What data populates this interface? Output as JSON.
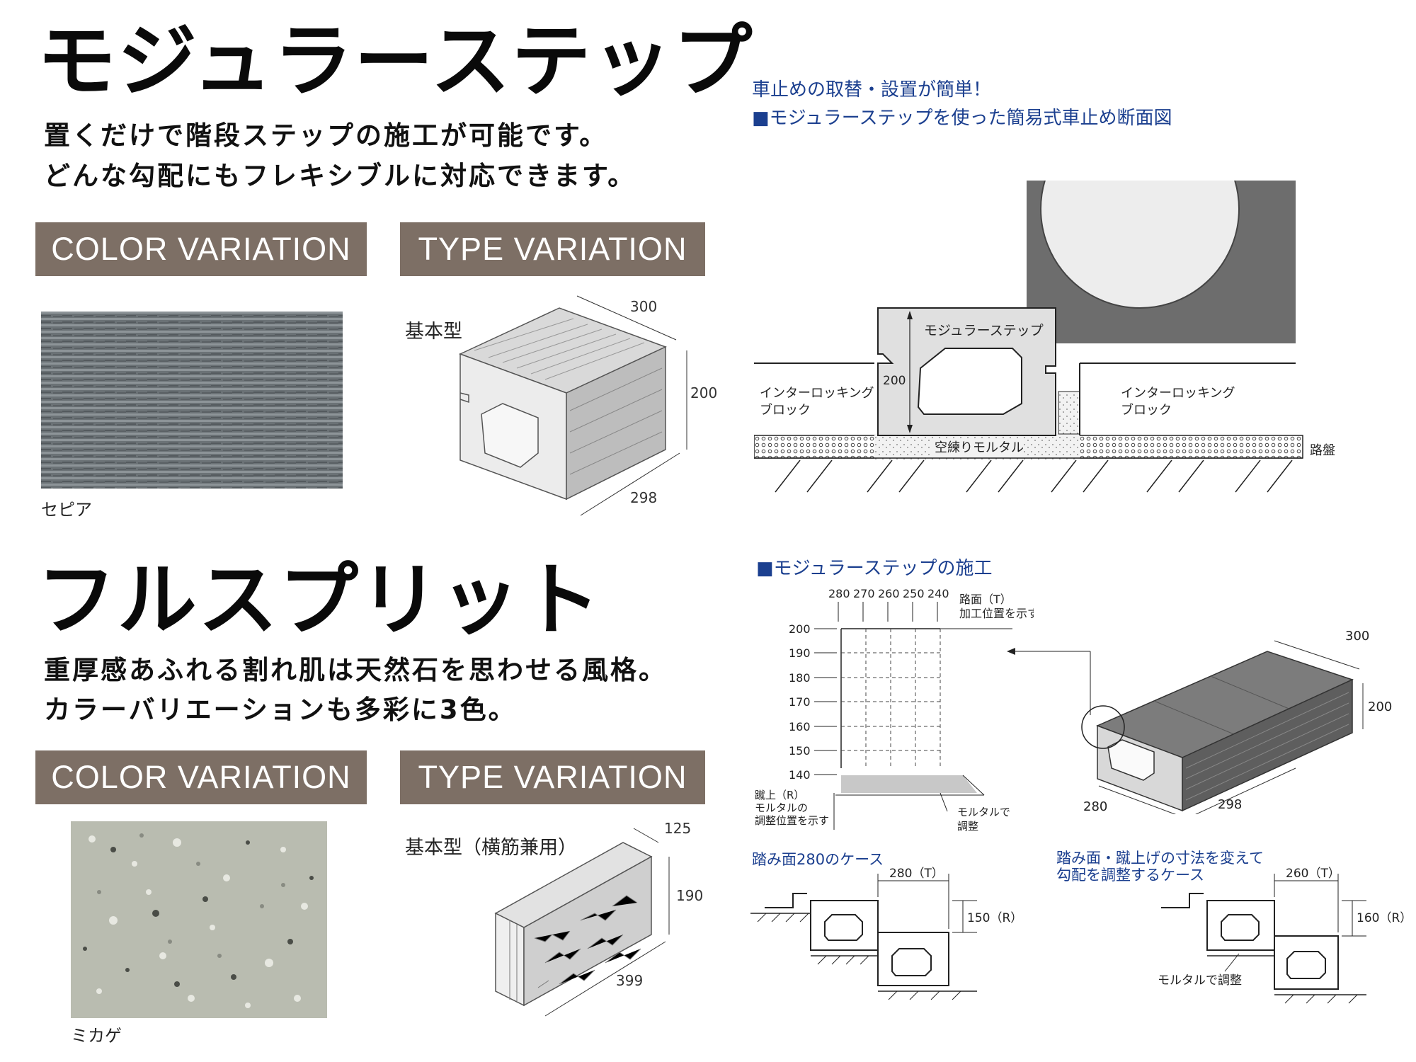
{
  "modular": {
    "title": "モジュラーステップ",
    "lead_lines": [
      "置くだけで階段ステップの施工が可能です。",
      "どんな勾配にもフレキシブルに対応できます。"
    ],
    "color_tag": "COLOR VARIATION",
    "type_tag": "TYPE VARIATION",
    "swatch_label": "セピア",
    "type_label": "基本型",
    "dims": {
      "top": "300",
      "height": "200",
      "bottom": "298"
    }
  },
  "car_stop": {
    "note": "車止めの取替・設置が簡単！",
    "heading": "■モジュラーステップを使った簡易式車止め断面図",
    "block_label": "モジュラーステップ",
    "height_label": "200",
    "left_label": [
      "インターロッキング",
      "ブロック"
    ],
    "right_label": [
      "インターロッキング",
      "ブロック"
    ],
    "mortar_label": "空練りモルタル",
    "base_label": "路盤"
  },
  "construction": {
    "heading": "■モジュラーステップの施工",
    "top_values": [
      "280",
      "270",
      "260",
      "250",
      "240"
    ],
    "side_values": [
      "200",
      "190",
      "180",
      "170",
      "160",
      "150",
      "140"
    ],
    "tread_note": [
      "路面（T）",
      "加工位置を示す"
    ],
    "riser_note": [
      "蹴上（R）",
      "モルタルの",
      "調整位置を示す"
    ],
    "mortar_note": [
      "モルタルで",
      "調整"
    ],
    "block_dims": {
      "top": "300",
      "height": "200",
      "left": "280",
      "bottom": "298"
    },
    "case1": {
      "title": "踏み面280のケース",
      "tread": "280（T）",
      "riser": "150（R）"
    },
    "case2": {
      "title": [
        "踏み面・蹴上げの寸法を変えて",
        "勾配を調整するケース"
      ],
      "tread": "260（T）",
      "riser": "160（R）",
      "mortar": "モルタルで調整"
    }
  },
  "full_split": {
    "title": "フルスプリット",
    "lead_lines": [
      "重厚感あふれる割れ肌は天然石を思わせる風格。",
      "カラーバリエーションも多彩に3色。"
    ],
    "color_tag": "COLOR VARIATION",
    "type_tag": "TYPE VARIATION",
    "swatch_label": "ミカゲ",
    "type_label": "基本型（横筋兼用）",
    "dims": {
      "top": "125",
      "height": "190",
      "bottom": "399"
    }
  }
}
